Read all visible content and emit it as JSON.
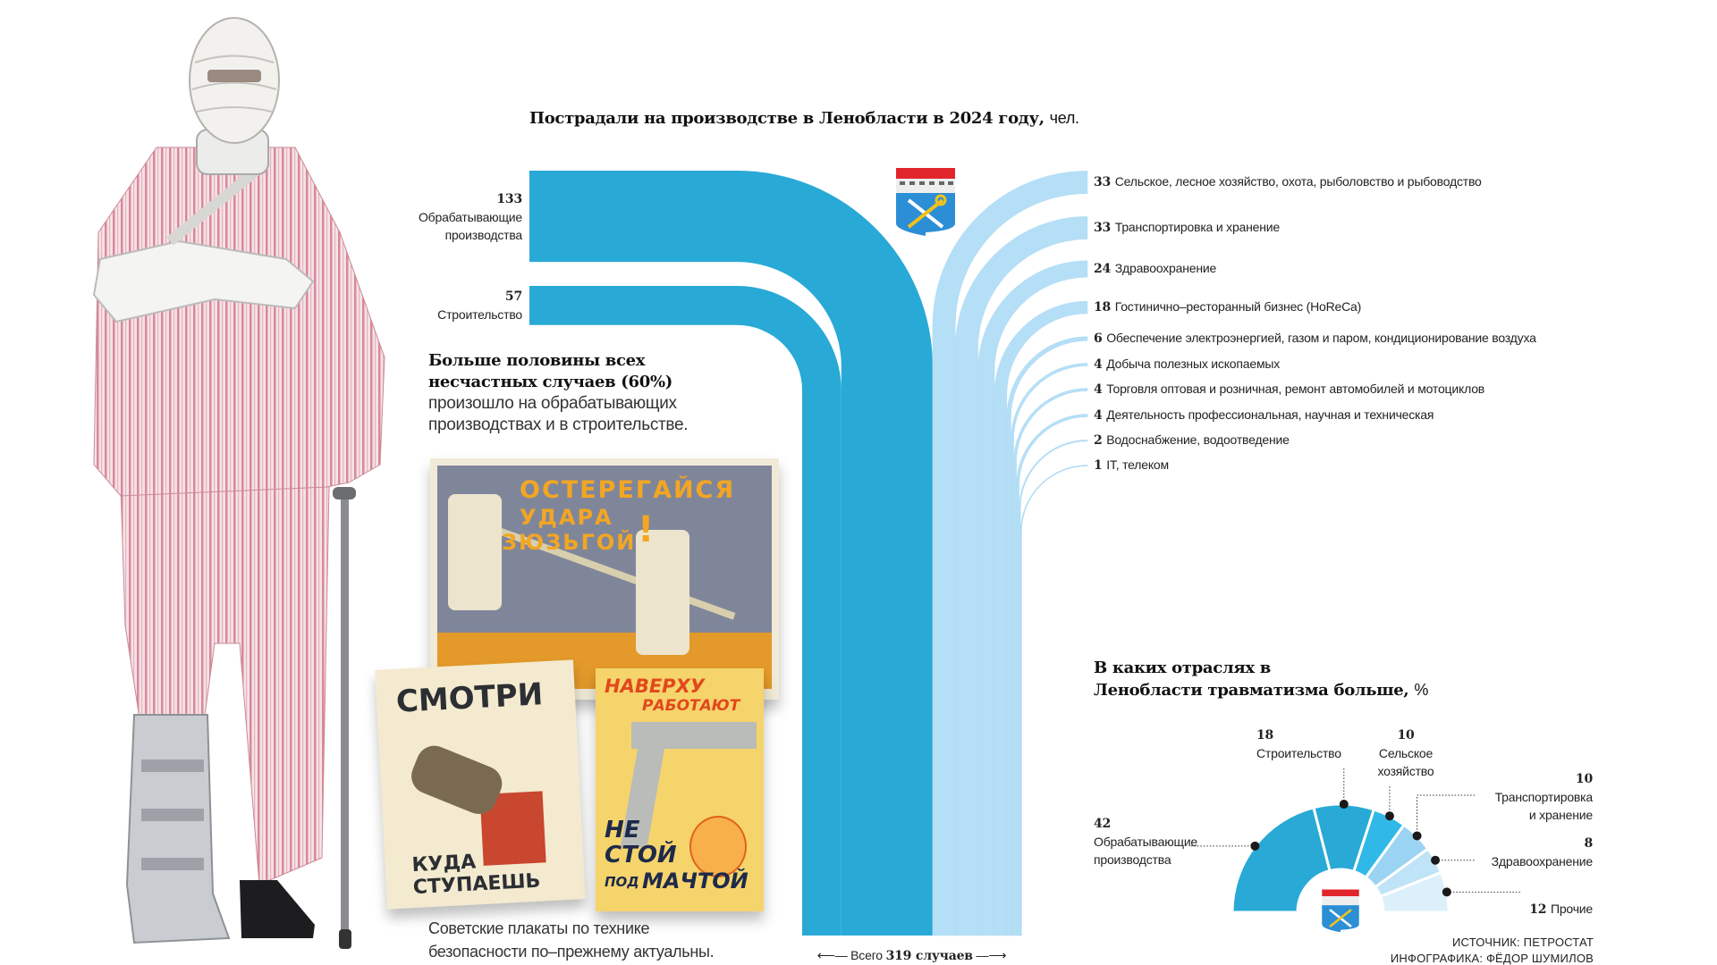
{
  "main_title": {
    "bold": "Пострадали на производстве в Ленобласти в 2024 году,",
    "unit": "чел."
  },
  "left_flows": [
    {
      "value": "133",
      "label_lines": [
        "Обрабатывающие",
        "производства"
      ]
    },
    {
      "value": "57",
      "label_lines": [
        "Строительство"
      ]
    }
  ],
  "lead_text": {
    "bold_lines": [
      "Больше половины всех",
      "несчастных случаев (60%)"
    ],
    "normal_lines": [
      "произошло на обрабатывающих",
      "производствах и в строительстве."
    ]
  },
  "posters": {
    "poster1_lines": [
      "ОСТЕРЕГАЙСЯ",
      "УДАРА",
      "ЗЮЗЬГОЙ",
      "!"
    ],
    "poster2_lines": [
      "СМОТРИ",
      "КУДА",
      "СТУПАЕШЬ"
    ],
    "poster3_lines": [
      "НАВЕРХУ",
      "РАБОТАЮТ",
      "НЕ",
      "СТОЙ",
      "ПОД",
      "МАЧТОЙ"
    ],
    "caption_lines": [
      "Советские плакаты по технике",
      "безопасности по–прежнему актуальны."
    ]
  },
  "total": {
    "prefix": "Всего",
    "bold": "319 случаев"
  },
  "colors": {
    "dark_blue": "#29a9d6",
    "light_blue": "#b5dff6",
    "mid_blue": "#30b9e8",
    "pale1": "#9ad4f2",
    "pale2": "#bfe3f7",
    "pale3": "#dcf0fb"
  },
  "chart_data": [
    {
      "type": "sankey",
      "title": "Пострадали на производстве в Ленобласти в 2024 году, чел.",
      "total": 319,
      "sources": [
        {
          "name": "Обрабатывающие производства",
          "value": 133
        },
        {
          "name": "Строительство",
          "value": 57
        }
      ],
      "targets": [
        {
          "value": 33,
          "name": "Сельское, лесное хозяйство, охота, рыболовство и рыбоводство"
        },
        {
          "value": 33,
          "name": "Транспортировка и хранение"
        },
        {
          "value": 24,
          "name": "Здравоохранение"
        },
        {
          "value": 18,
          "name": "Гостинично–ресторанный бизнес (HoReCa)"
        },
        {
          "value": 6,
          "name": "Обеспечение электроэнергией, газом и паром, кондиционирование воздуха"
        },
        {
          "value": 4,
          "name": "Добыча полезных ископаемых"
        },
        {
          "value": 4,
          "name": "Торговля оптовая и розничная, ремонт автомобилей и мотоциклов"
        },
        {
          "value": 4,
          "name": "Деятельность профессиональная, научная и техническая"
        },
        {
          "value": 2,
          "name": "Водоснабжение, водоотведение"
        },
        {
          "value": 1,
          "name": "IT, телеком"
        }
      ]
    },
    {
      "type": "pie",
      "subtype": "half-donut",
      "title": "В каких отраслях в Ленобласти травматизма больше,",
      "unit": "%",
      "slices": [
        {
          "value": 42,
          "label_lines": [
            "Обрабатывающие",
            "производства"
          ],
          "color": "#29a9d6"
        },
        {
          "value": 18,
          "label_lines": [
            "Строительство"
          ],
          "color": "#29a9d6"
        },
        {
          "value": 10,
          "label_lines": [
            "Сельское",
            "хозяйство"
          ],
          "color": "#30b9e8"
        },
        {
          "value": 10,
          "label_lines": [
            "Транспортировка",
            "и хранение"
          ],
          "color": "#9ad4f2"
        },
        {
          "value": 8,
          "label_lines": [
            "Здравоохранение"
          ],
          "color": "#bfe3f7"
        },
        {
          "value": 12,
          "label_lines": [
            "Прочие"
          ],
          "color": "#dcf0fb"
        }
      ]
    }
  ],
  "footer": {
    "source": "ИСТОЧНИК: ПЕТРОСТАТ",
    "credit": "ИНФОГРАФИКА: ФЁДОР ШУМИЛОВ"
  }
}
